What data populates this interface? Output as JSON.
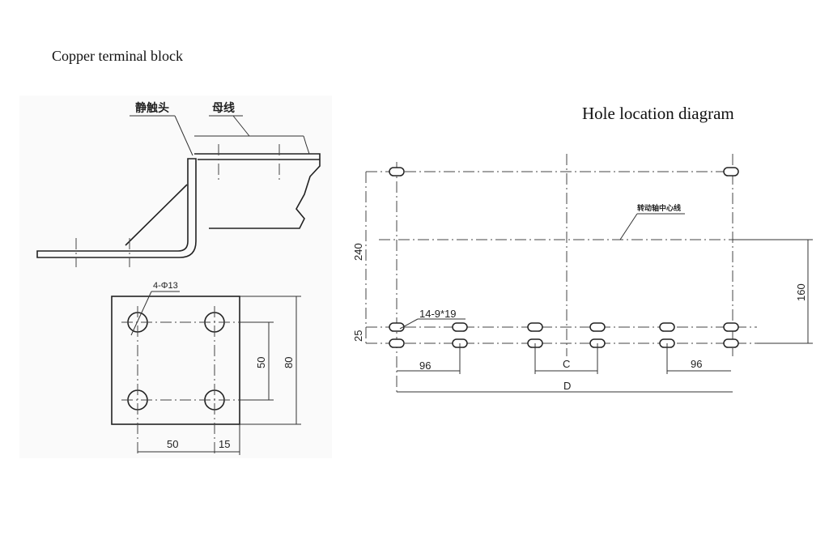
{
  "titles": {
    "left": "Copper terminal block",
    "right": "Hole location diagram"
  },
  "terminal_side_view": {
    "static_contact_label": "静触头",
    "busbar_label": "母线"
  },
  "terminal_plate": {
    "hole_callout": "4-Φ13",
    "dim_vertical_inner": "50",
    "dim_vertical_outer": "80",
    "dim_horizontal_spacing": "50",
    "dim_horizontal_edge": "15"
  },
  "hole_diagram": {
    "axis_centerline_label": "转动轴中心线",
    "slot_callout": "14-9*19",
    "dim_height_total": "240",
    "dim_row_gap": "25",
    "dim_to_centerline": "160",
    "dim_left_spacing": "96",
    "dim_right_spacing": "96",
    "dim_center": "C",
    "dim_overall": "D"
  }
}
